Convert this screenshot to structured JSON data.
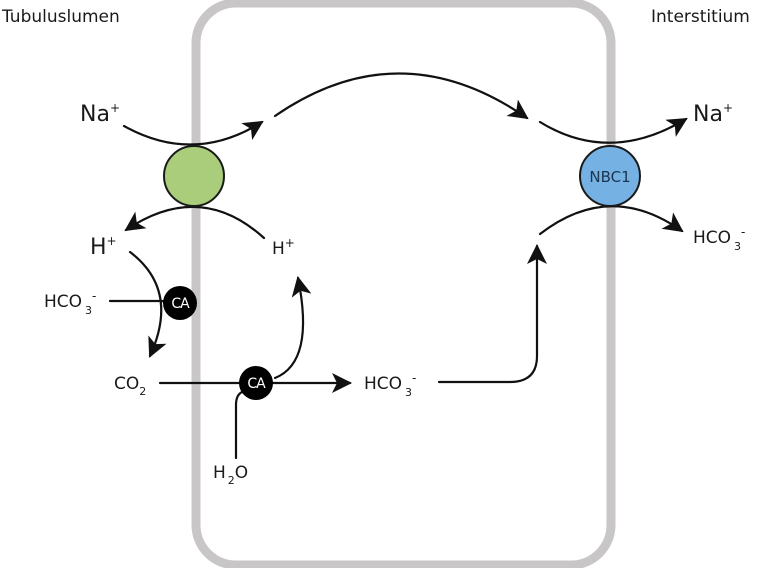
{
  "regions": {
    "lumen": "Tubuluslumen",
    "interstitium": "Interstitium"
  },
  "colors": {
    "cell_border": "#c8c6c7",
    "nhe_fill": "#a9cd7a",
    "nbc1_fill": "#75b1e3",
    "ca_fill": "#000000",
    "arrow": "#111111"
  },
  "transporters": {
    "nhe": {
      "label": ""
    },
    "nbc1": {
      "label": "NBC1"
    }
  },
  "enzymes": {
    "ca_lumen": {
      "label": "CA"
    },
    "ca_cell": {
      "label": "CA"
    }
  },
  "species": {
    "na_lumen": {
      "base": "Na",
      "sup": "+"
    },
    "h_lumen": {
      "base": "H",
      "sup": "+"
    },
    "hco3_lumen": {
      "base": "HCO",
      "sub": "3",
      "sup": "-"
    },
    "co2": {
      "base": "CO",
      "sub": "2"
    },
    "h_cell": {
      "base": "H",
      "sup": "+"
    },
    "hco3_cell": {
      "base": "HCO",
      "sub": "3",
      "sup": "-"
    },
    "h2o": {
      "base": "H",
      "sub": "2",
      "tail": "O"
    },
    "na_interstitium": {
      "base": "Na",
      "sup": "+"
    },
    "hco3_interstitium": {
      "base": "HCO",
      "sub": "3",
      "sup": "-"
    }
  }
}
